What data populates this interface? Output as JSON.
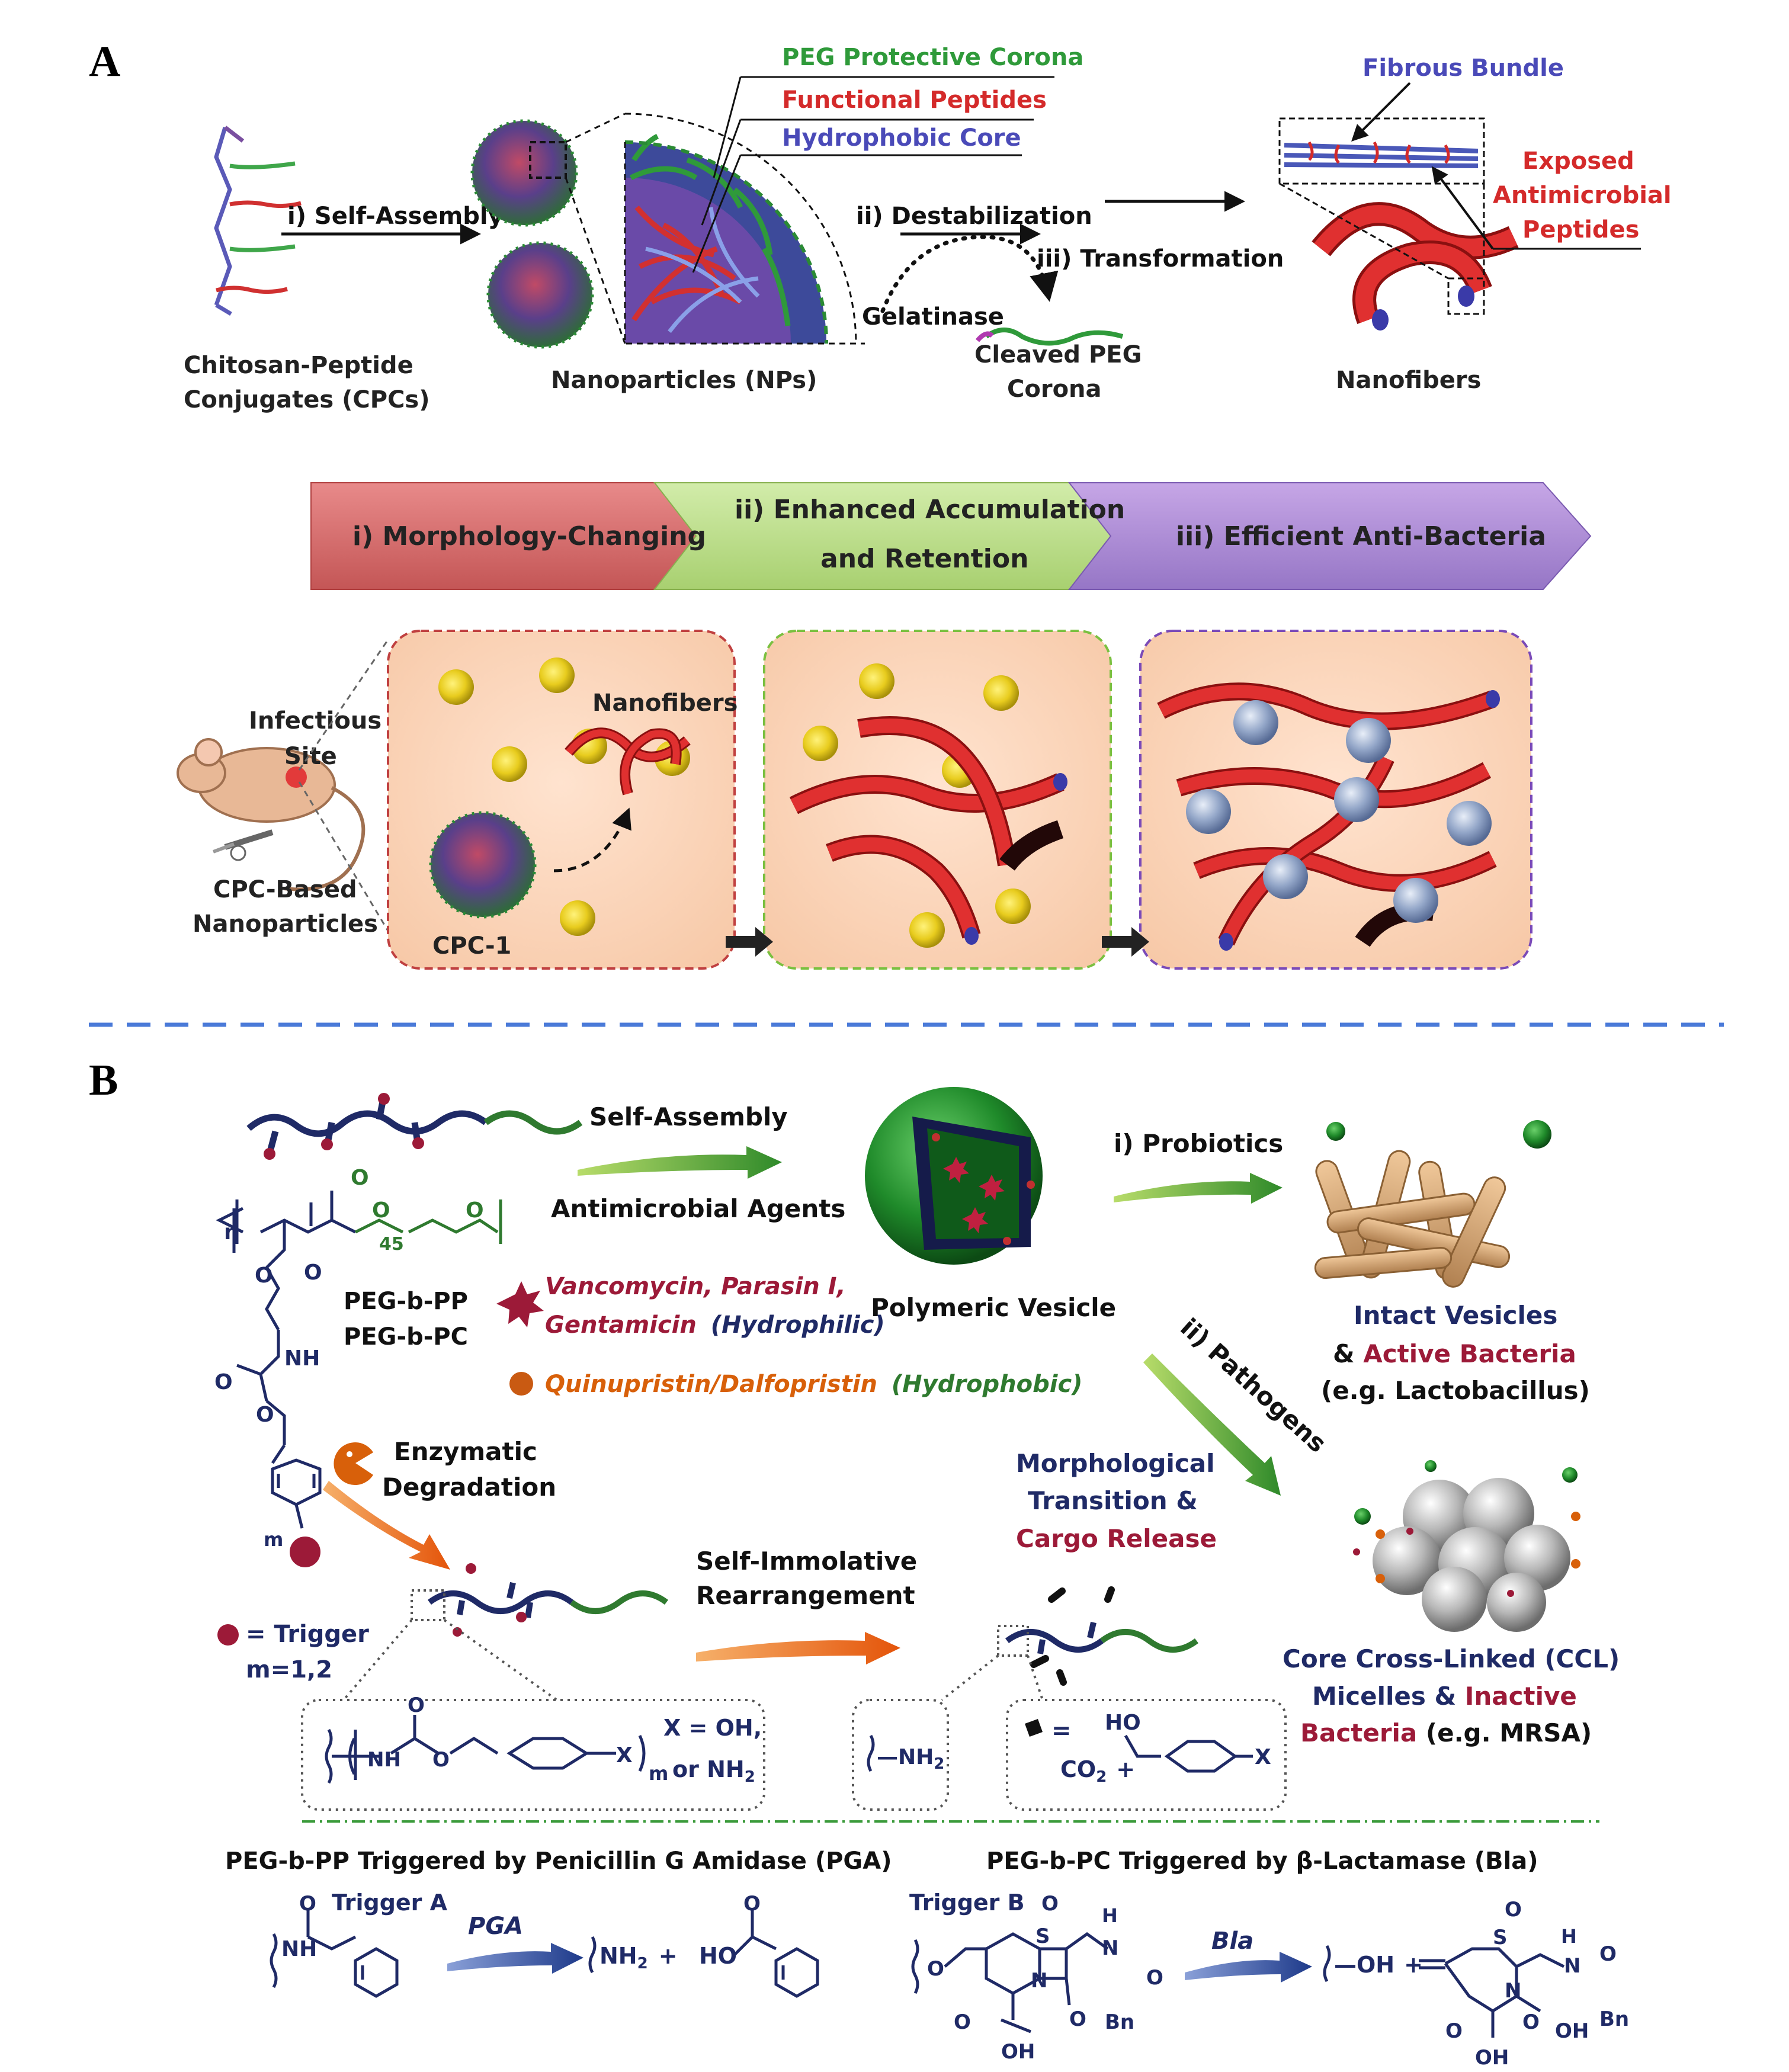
{
  "panel_a": {
    "letter": "A",
    "legend": {
      "peg": "PEG Protective Corona",
      "peptides": "Functional Peptides",
      "core": "Hydrophobic Core"
    },
    "fibrous_bundle": "Fibrous Bundle",
    "exposed": [
      "Exposed",
      "Antimicrobial",
      "Peptides"
    ],
    "steps": {
      "self_assembly": "i) Self-Assembly",
      "destabilization": "ii) Destabilization",
      "transformation": "iii) Transformation",
      "gelatinase": "Gelatinase"
    },
    "cpc_label": [
      "Chitosan-Peptide",
      "Conjugates (CPCs)"
    ],
    "np_label": "Nanoparticles (NPs)",
    "cleaved_label": [
      "Cleaved PEG",
      "Corona"
    ],
    "nanofibers_label": "Nanofibers",
    "banner": {
      "stage1": "i) Morphology-Changing",
      "stage2_line1": "ii) Enhanced Accumulation",
      "stage2_line2": "and Retention",
      "stage3": "iii) Efficient Anti-Bacteria"
    },
    "mouse": {
      "site": [
        "Infectious",
        "Site"
      ],
      "np": [
        "CPC-Based",
        "Nanoparticles"
      ]
    },
    "box1": {
      "nanofibers": "Nanofibers",
      "cpc": "CPC-1"
    },
    "colors": {
      "red": "#d42a2a",
      "green": "#3a9a3a",
      "blue": "#4a4ab8",
      "navy": "#1f2a66"
    }
  },
  "panel_b": {
    "letter": "B",
    "self_assembly": "Self-Assembly",
    "antimicrobial_agents": "Antimicrobial Agents",
    "polymeric_vesicle": "Polymeric Vesicle",
    "probiotics": "i) Probiotics",
    "pathogens": "ii) Pathogens",
    "intact": {
      "line1": "Intact Vesicles",
      "amp": "& ",
      "active": "Active Bacteria",
      "line3": "(e.g. Lactobacillus)"
    },
    "polymers": [
      "PEG-b-PP",
      "PEG-b-PC"
    ],
    "drugs_hydrophilic": {
      "names": "Vancomycin, Parasin I,",
      "names2": "Gentamicin",
      "tag": "(Hydrophilic)"
    },
    "drugs_hydrophobic": {
      "names": "Quinupristin/Dalfopristin",
      "tag": "(Hydrophobic)"
    },
    "enzymatic": [
      "Enzymatic",
      "Degradation"
    ],
    "morph": {
      "line1": "Morphological",
      "line2": "Transition &",
      "line3": "Cargo Release"
    },
    "self_immolative": [
      "Self-Immolative",
      "Rearrangement"
    ],
    "trigger": {
      "eq": "= Trigger",
      "m": "m=1,2"
    },
    "ccl": {
      "line1": "Core Cross-Linked (CCL)",
      "line2a": "Micelles & ",
      "line2b": "Inactive",
      "line3a": "Bacteria",
      "line3b": " (e.g. MRSA)"
    },
    "structure": {
      "x_choice1": "X = OH,",
      "x_choice2": "or NH",
      "amine": "NH",
      "eq": "=",
      "co2": "CO",
      "plus": "+",
      "ho": "HO",
      "x": "X",
      "nh": "NH",
      "o": "O",
      "m": "m",
      "n": "n",
      "sub45": "45"
    },
    "pga_title": "PEG-b-PP Triggered by Penicillin G Amidase (PGA)",
    "bla_title": "PEG-b-PC Triggered by β-Lactamase (Bla)",
    "trigger_a": "Trigger A",
    "trigger_b": "Trigger B",
    "pga": "PGA",
    "bla": "Bla",
    "products": {
      "nh2": "NH",
      "ho": "HO",
      "oh": "OH",
      "plus": "+",
      "bn": "Bn",
      "o": "O",
      "s": "S",
      "n": "N",
      "h": "H"
    },
    "colors": {
      "navy": "#1f2a66",
      "crimson": "#9c1a38",
      "orange": "#d8600a",
      "green": "#2f7a2f"
    }
  }
}
